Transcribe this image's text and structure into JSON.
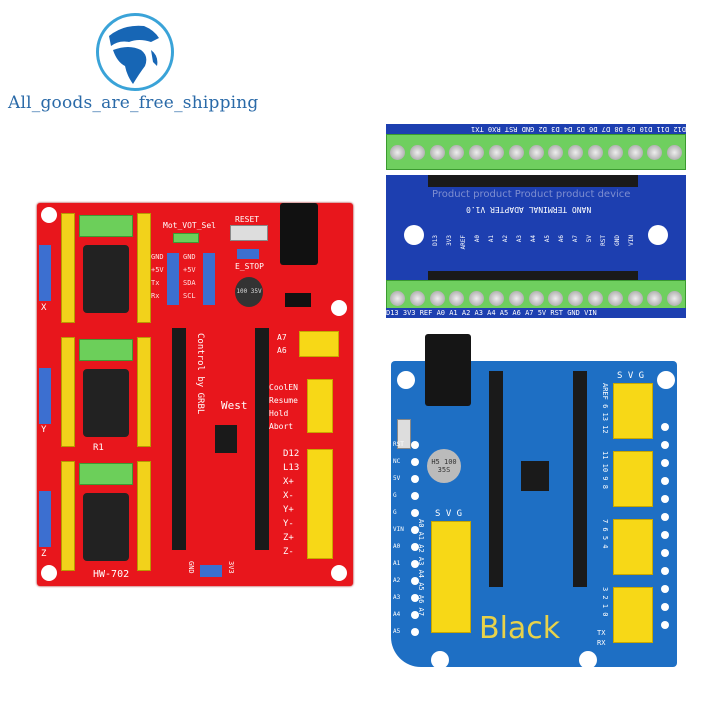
{
  "logo": {
    "text": "All_goods_are_free_shipping",
    "colors": {
      "globe": "#1766b5",
      "ring": "#3aa3d8",
      "text": "#2a6aa8"
    }
  },
  "red_board": {
    "color": "#e8161c",
    "labels": {
      "model": "HW-702",
      "control": "Control by GRBL",
      "mot_sel": "Mot_VOT_Sel",
      "reset": "RESET",
      "estop": "E_STOP",
      "west": "West",
      "r1": "R1",
      "gnd": "GND",
      "v3": "3V3",
      "i2c": [
        "GND",
        "+5V",
        "SDA",
        "SCL"
      ],
      "uart": [
        "GND",
        "+5V",
        "Tx",
        "Rx"
      ],
      "analog": [
        "A7",
        "A6"
      ],
      "control_pins": [
        "CoolEN",
        "Resume",
        "Hold",
        "Abort"
      ],
      "axis_pins": [
        "D12",
        "L13",
        "X+",
        "X-",
        "Y+",
        "Y-",
        "Z+",
        "Z-"
      ],
      "axes": [
        "X",
        "Y",
        "Z"
      ],
      "cap": "100 35V"
    }
  },
  "nano_board": {
    "color": "#1d3fb0",
    "watermark": "Product product Product product device",
    "title": "NANO TERMINAL ADAPTER V1.0",
    "top_row": "D12 D11 D10 D9 D8 D7 D6 D5 D4 D3 D2 GND RST RX0 TX1",
    "bottom_row": "D13 3V3 REF A0 A1 A2 A3 A4 A5 A6 A7 5V RST GND VIN",
    "pin_labels": [
      "D13",
      "3V3",
      "AREF",
      "A0",
      "A1",
      "A2",
      "A3",
      "A4",
      "A5",
      "A6",
      "A7",
      "5V",
      "RST",
      "GND",
      "VIN"
    ]
  },
  "shield_board": {
    "color": "#1e6fc4",
    "overlay_text": "Black",
    "cap": "H5 100 35S",
    "svg": "S V G",
    "left_pins": [
      "RST",
      "NC",
      "5V",
      "G",
      "G",
      "VIN",
      "A0",
      "A1",
      "A2",
      "A3",
      "A4",
      "A5"
    ],
    "analog_labels": "A0 A1 A2 A3 A4 A5 A6 A7",
    "right_labels": [
      "AREF 6 13 12",
      "11 10 9 8",
      "7 6 5 4",
      "3 2 1 0"
    ],
    "tx": "TX",
    "rx": "RX"
  }
}
